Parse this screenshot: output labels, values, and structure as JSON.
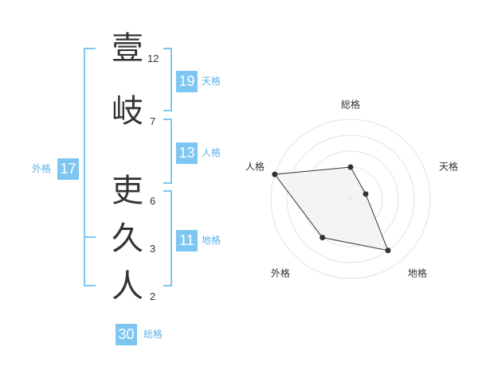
{
  "colors": {
    "accent": "#7dc6f2",
    "accent_text": "#5ab4ea",
    "text": "#333333",
    "ring": "#e3e3e3",
    "fill": "#f2f2f2",
    "dot": "#333333"
  },
  "name": {
    "characters": [
      {
        "char": "壹",
        "strokes": "12"
      },
      {
        "char": "岐",
        "strokes": "7"
      },
      {
        "char": "吏",
        "strokes": "6"
      },
      {
        "char": "久",
        "strokes": "3"
      },
      {
        "char": "人",
        "strokes": "2"
      }
    ]
  },
  "kakusu": {
    "tenkaku": {
      "value": "19",
      "label": "天格"
    },
    "jinkaku": {
      "value": "13",
      "label": "人格"
    },
    "chikaku": {
      "value": "11",
      "label": "地格"
    },
    "gaikaku": {
      "value": "17",
      "label": "外格"
    },
    "soukaku": {
      "value": "30",
      "label": "総格"
    }
  },
  "chart_data": {
    "type": "radar",
    "axes": [
      "総格",
      "天格",
      "地格",
      "外格",
      "人格"
    ],
    "values": [
      2,
      1,
      4,
      3,
      5
    ],
    "rmax": 5,
    "rings": 5
  }
}
